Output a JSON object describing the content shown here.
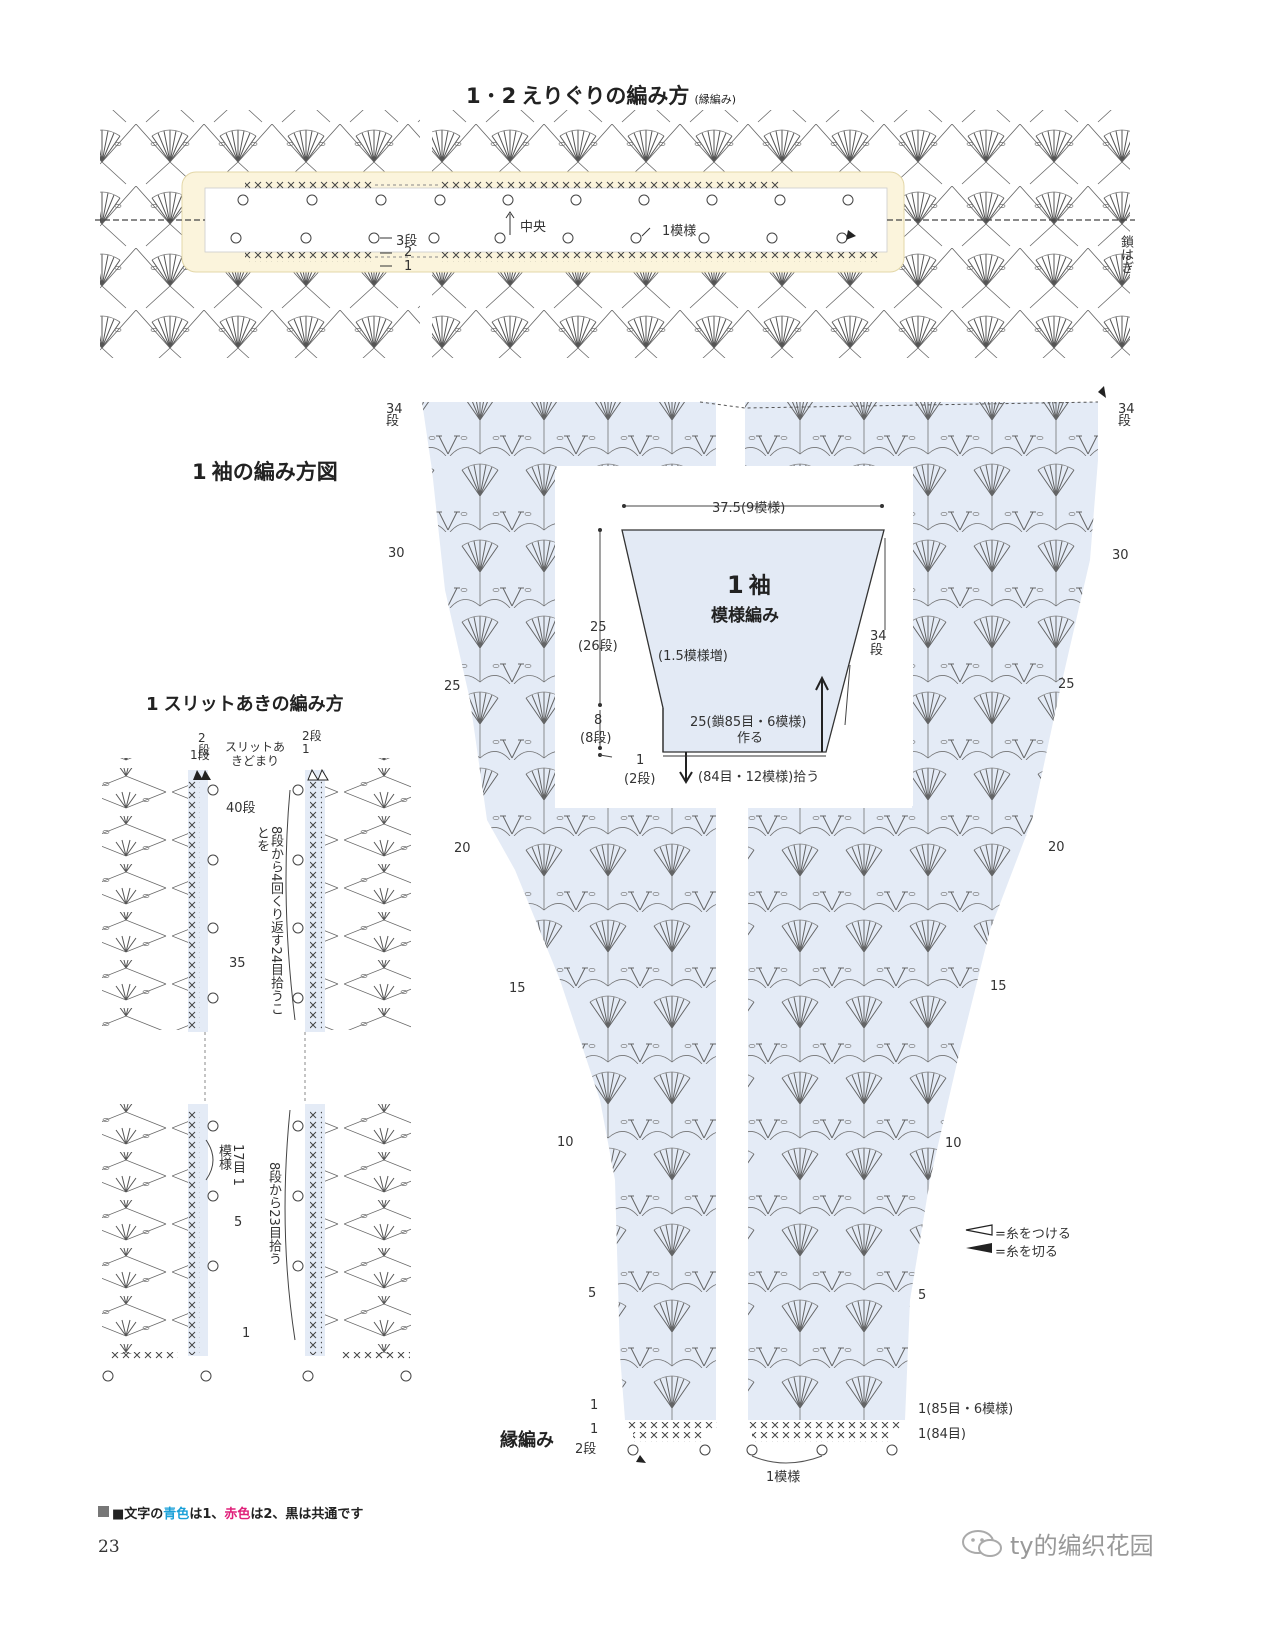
{
  "header": {
    "num1": "1",
    "dot": "・",
    "num2": "2",
    "title": "えりぐりの編み方",
    "subtitle": "(縁編み)"
  },
  "neck": {
    "center": "中央",
    "one_pattern": "1模様",
    "row3": "3段",
    "row2": "2",
    "row1": "1",
    "chain_join": "鎖はぎ"
  },
  "sleeve": {
    "num": "1",
    "title": "袖の編み方図",
    "row_labels_left": [
      "34段",
      "30",
      "25",
      "20",
      "15",
      "10",
      "5",
      "1"
    ],
    "row_labels_right": [
      "34段",
      "30",
      "25",
      "20",
      "15",
      "10",
      "5",
      "1(85目・6模様)"
    ],
    "edge_label": "縁編み",
    "edge_row1": "1",
    "edge_row2": "2段",
    "edge_right": "1(84目)",
    "bottom_pattern": "1模様"
  },
  "schematic": {
    "top_width": "37.5(9模様)",
    "num": "1",
    "part": "袖",
    "stitch": "模様編み",
    "height": "25",
    "height_rows": "(26段)",
    "increase": "(1.5模様増)",
    "rows_side": "34段",
    "lower_h": "8",
    "lower_rows": "(8段)",
    "base": "25(鎖85目・6模様)",
    "make": "作る",
    "edge_h": "1",
    "edge_rows": "(2段)",
    "pickup": "(84目・12模様)拾う"
  },
  "slit": {
    "num": "1",
    "title": "スリットあきの編み方",
    "top_left": "2段",
    "top_left2": "1段",
    "slit_stop": "スリットあきどまり",
    "top_right": "2段1",
    "row40": "40段",
    "row35": "35",
    "row5": "5",
    "row1": "1",
    "note_upper": "8段から4回くり返す24目拾うことを",
    "note_lower": "8段から23目拾う",
    "pattern_note": "17目 1模様"
  },
  "legend": {
    "attach": "=糸をつける",
    "cut": "=糸を切る"
  },
  "footer": {
    "note_prefix": "■文字の",
    "note_blue": "青色",
    "note_mid1": "は1、",
    "note_red": "赤色",
    "note_mid2": "は2、黒は共通です",
    "page": "23",
    "watermark": "ty的编织花园"
  },
  "colors": {
    "blue": "#1aa0d8",
    "red": "#e0207a",
    "green": "#3aa55a",
    "fill": "#e5ecf6",
    "band": "#fbf6e6"
  }
}
